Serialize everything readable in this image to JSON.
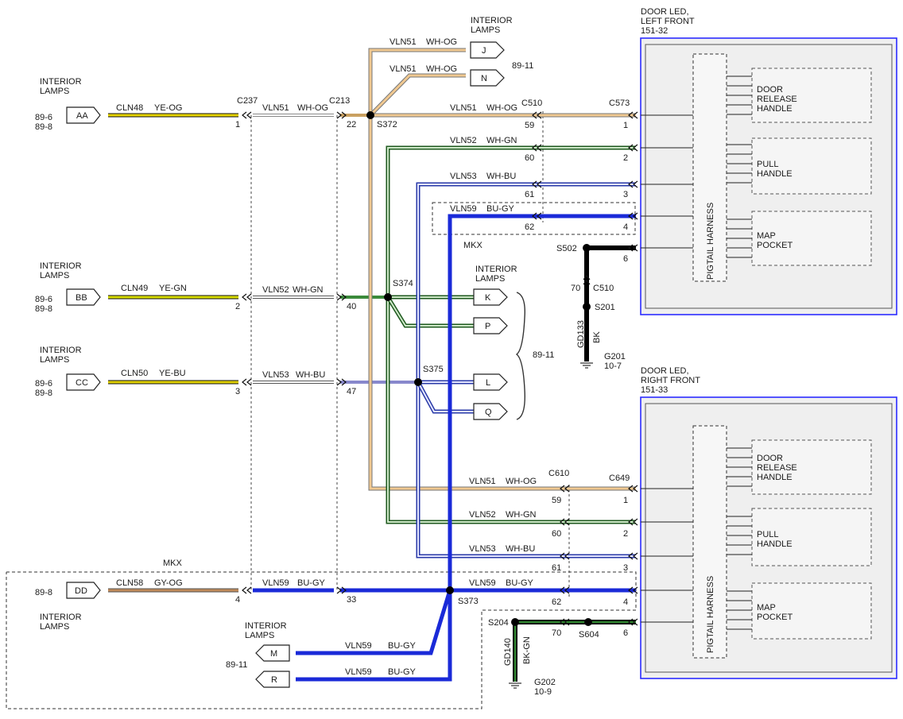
{
  "connectors_left": {
    "aa": {
      "label": "INTERIOR\nLAMPS",
      "tag": "AA",
      "ref1": "89-6",
      "ref2": "89-8",
      "wire": "CLN48",
      "color": "YE-OG"
    },
    "bb": {
      "label": "INTERIOR\nLAMPS",
      "tag": "BB",
      "ref1": "89-6",
      "ref2": "89-8",
      "wire": "CLN49",
      "color": "YE-GN"
    },
    "cc": {
      "label": "INTERIOR\nLAMPS",
      "tag": "CC",
      "ref1": "89-6",
      "ref2": "89-8",
      "wire": "CLN50",
      "color": "YE-BU"
    },
    "dd": {
      "label": "INTERIOR\nLAMPS",
      "tag": "DD",
      "ref1": "89-8",
      "wire": "CLN58",
      "color": "GY-OG"
    }
  },
  "text": {
    "interior_lamps": "INTERIOR",
    "lamps": "LAMPS",
    "c237": "C237",
    "c213": "C213",
    "c510": "C510",
    "c573": "C573",
    "c610": "C610",
    "c649": "C649",
    "s372": "S372",
    "s373": "S373",
    "s374": "S374",
    "s375": "S375",
    "s502": "S502",
    "s201": "S201",
    "s204": "S204",
    "s604": "S604",
    "mkx": "MKX",
    "ref_89_11": "89-11",
    "vln51": "VLN51",
    "vln52": "VLN52",
    "vln53": "VLN53",
    "vln59": "VLN59",
    "wh_og": "WH-OG",
    "wh_gn": "WH-GN",
    "wh_bu": "WH-BU",
    "bu_gy": "BU-GY",
    "gd133": "GD133",
    "bk": "BK",
    "g201": "G201",
    "g201_ref": "10-7",
    "gd140": "GD140",
    "bk_gn": "BK-GN",
    "g202": "G202",
    "g202_ref": "10-9",
    "c510b": "C510",
    "pin1": "1",
    "pin2": "2",
    "pin3": "3",
    "pin4": "4",
    "pin6": "6",
    "pin22": "22",
    "pin33": "33",
    "pin40": "40",
    "pin47": "47",
    "pin59": "59",
    "pin60": "60",
    "pin61": "61",
    "pin62": "62",
    "pin70": "70"
  },
  "lamp_tags": {
    "j": "J",
    "n": "N",
    "k": "K",
    "p": "P",
    "l": "L",
    "q": "Q",
    "m": "M",
    "r": "R"
  },
  "door_left": {
    "title1": "DOOR LED,",
    "title2": "LEFT FRONT",
    "ref": "151-32",
    "harness": "PIGTAIL HARNESS",
    "sw1a": "DOOR",
    "sw1b": "RELEASE",
    "sw1c": "HANDLE",
    "sw2a": "PULL",
    "sw2b": "HANDLE",
    "sw3a": "MAP",
    "sw3b": "POCKET"
  },
  "door_right": {
    "title1": "DOOR LED,",
    "title2": "RIGHT FRONT",
    "ref": "151-33",
    "harness": "PIGTAIL HARNESS",
    "sw1a": "DOOR",
    "sw1b": "RELEASE",
    "sw1c": "HANDLE",
    "sw2a": "PULL",
    "sw2b": "HANDLE",
    "sw3a": "MAP",
    "sw3b": "POCKET"
  },
  "colors": {
    "ye_og": "#d9c400",
    "ye_gn": "#cfd400",
    "ye_bu": "#d6c800",
    "wh_og": "#f0c890",
    "wh_gn": "#4a9a3a",
    "wh_bu": "#4a5ad8",
    "bu_gy": "#1a2ad8",
    "gy_og": "#c08a5a",
    "bk": "#000000",
    "bk_gn": "#1f6b1f",
    "box_border": "#2c2cff"
  }
}
